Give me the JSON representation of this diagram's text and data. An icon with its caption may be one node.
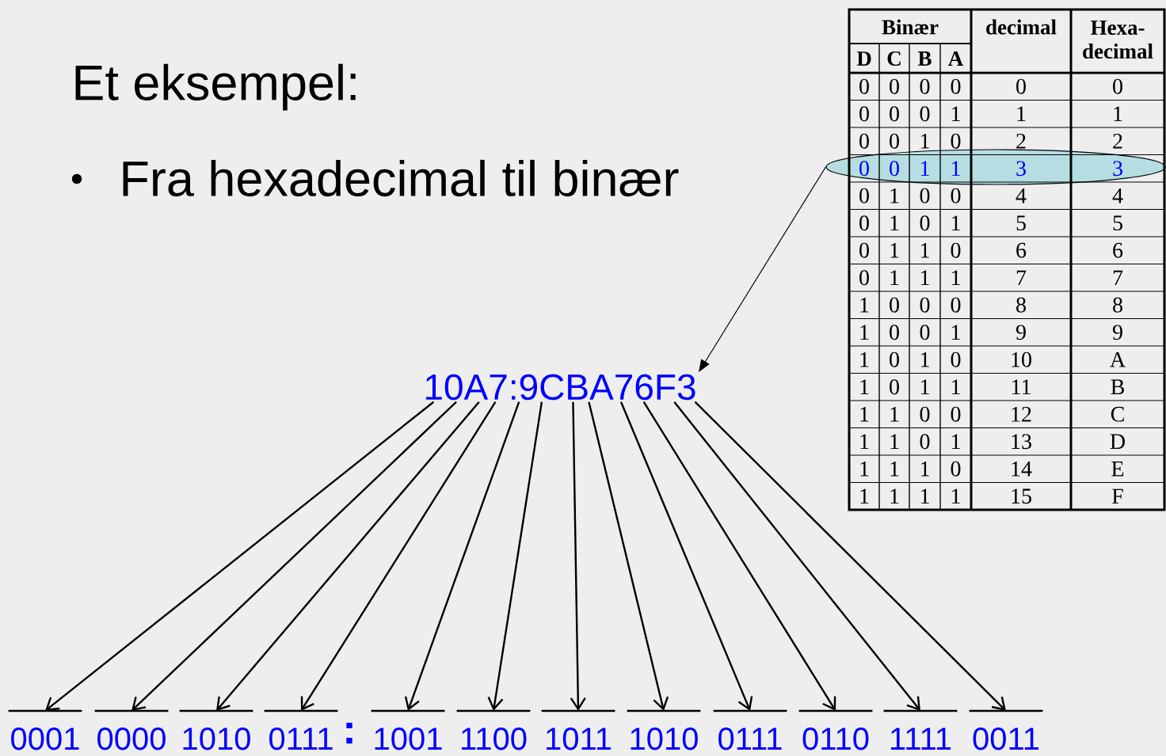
{
  "diagram": {
    "title": "Et eksempel:",
    "nodes": [
      {
        "text": [],
        "shape": "ellipse"
      },
      {
        "text": [
          "10A7:9CBA76F3"
        ]
      },
      {
        "text": [
          "0001"
        ]
      },
      {
        "text": [
          "0000"
        ]
      },
      {
        "text": [
          "1010"
        ]
      },
      {
        "text": [
          "0111"
        ]
      },
      {
        "text": [
          "1001"
        ]
      },
      {
        "text": [
          "1100"
        ]
      },
      {
        "text": [
          "1011"
        ]
      },
      {
        "text": [
          "1010"
        ]
      },
      {
        "text": [
          "0111"
        ]
      },
      {
        "text": [
          "0110"
        ]
      },
      {
        "text": [
          "1111"
        ]
      },
      {
        "text": [
          "0011"
        ]
      }
    ],
    "edges": [
      {
        "from": 0,
        "to": 1,
        "arrow": "to"
      },
      {
        "from": 1,
        "to": 2,
        "arrow": "to"
      },
      {
        "from": 1,
        "to": 3,
        "arrow": "to"
      },
      {
        "from": 1,
        "to": 4,
        "arrow": "to"
      },
      {
        "from": 1,
        "to": 5,
        "arrow": "to"
      },
      {
        "from": 1,
        "to": 6,
        "arrow": "to"
      },
      {
        "from": 1,
        "to": 7,
        "arrow": "to"
      },
      {
        "from": 1,
        "to": 8,
        "arrow": "to"
      },
      {
        "from": 1,
        "to": 9,
        "arrow": "to"
      },
      {
        "from": 1,
        "to": 10,
        "arrow": "to"
      },
      {
        "from": 1,
        "to": 11,
        "arrow": "to"
      },
      {
        "from": 1,
        "to": 12,
        "arrow": "to"
      },
      {
        "from": 1,
        "to": 13,
        "arrow": "to"
      }
    ],
    "labels": [
      "Fra hexadecimal til binær",
      "Binær",
      "decimal",
      "Hexa- decimal",
      "D",
      "C",
      "B",
      "A",
      "0",
      "0",
      "0",
      "0",
      "0",
      "0",
      "0",
      "0",
      "0",
      "1",
      "1",
      "1",
      "0",
      "0",
      "1",
      "0",
      "2",
      "2",
      "0",
      "0",
      "1",
      "1",
      "3",
      "3",
      "0",
      "1",
      "0",
      "0",
      "4",
      "4",
      "0",
      "1",
      "0",
      "1",
      "5",
      "5",
      "0",
      "1",
      "1",
      "0",
      "6",
      "6",
      "0",
      "1",
      "1",
      "1",
      "7",
      "7",
      "1",
      "0",
      "0",
      "0",
      "8",
      "8",
      "1",
      "0",
      "0",
      "1",
      "9",
      "9",
      "1",
      "0",
      "1",
      "0",
      "10",
      "A",
      "1",
      "0",
      "1",
      "1",
      "11",
      "B",
      "1",
      "1",
      "0",
      "0",
      "12",
      "C",
      "1",
      "1",
      "0",
      "1",
      "13",
      "D",
      "1",
      "1",
      "1",
      "0",
      "14",
      "E",
      "1",
      "1",
      "1",
      "1",
      "15",
      "F",
      ":"
    ]
  }
}
